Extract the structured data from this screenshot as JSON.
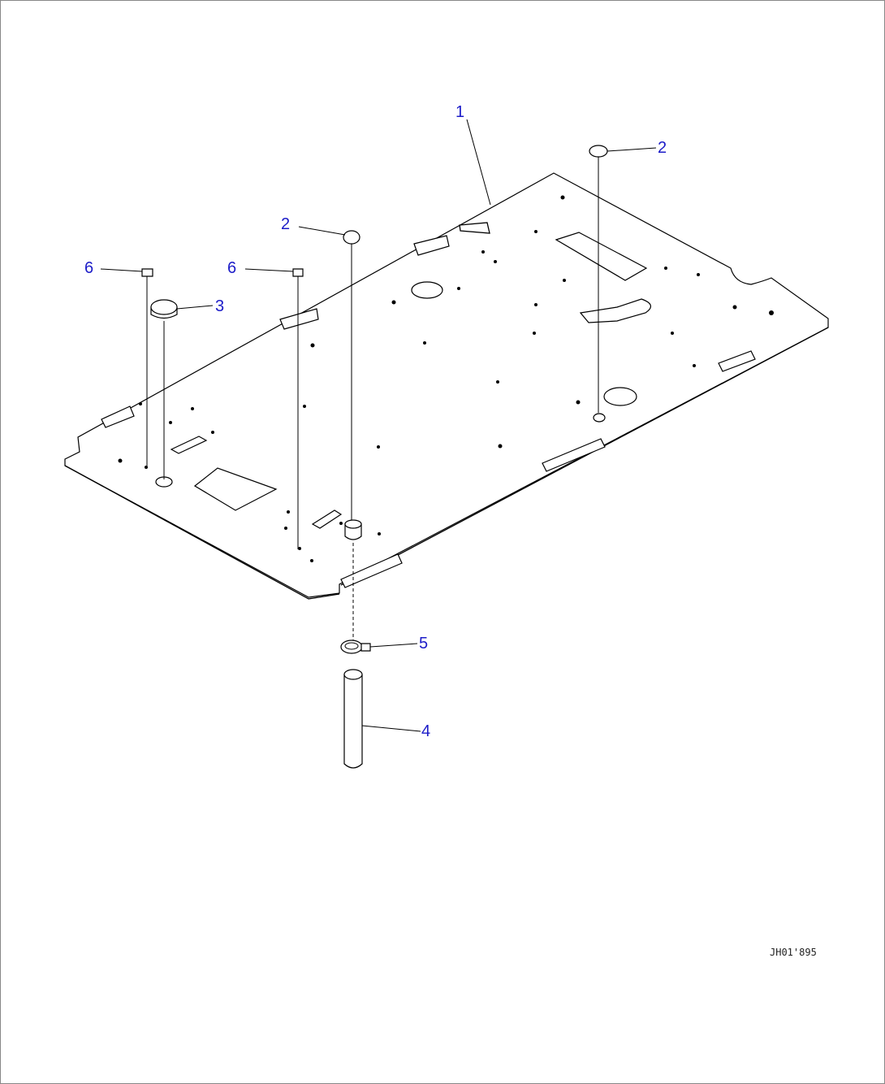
{
  "diagram": {
    "callouts": [
      "1",
      "2",
      "2",
      "3",
      "4",
      "5",
      "6",
      "6"
    ],
    "drawing_number": "JH01'895"
  },
  "colors": {
    "callout": "#1c1cc8",
    "line": "#000000",
    "background": "#ffffff"
  }
}
